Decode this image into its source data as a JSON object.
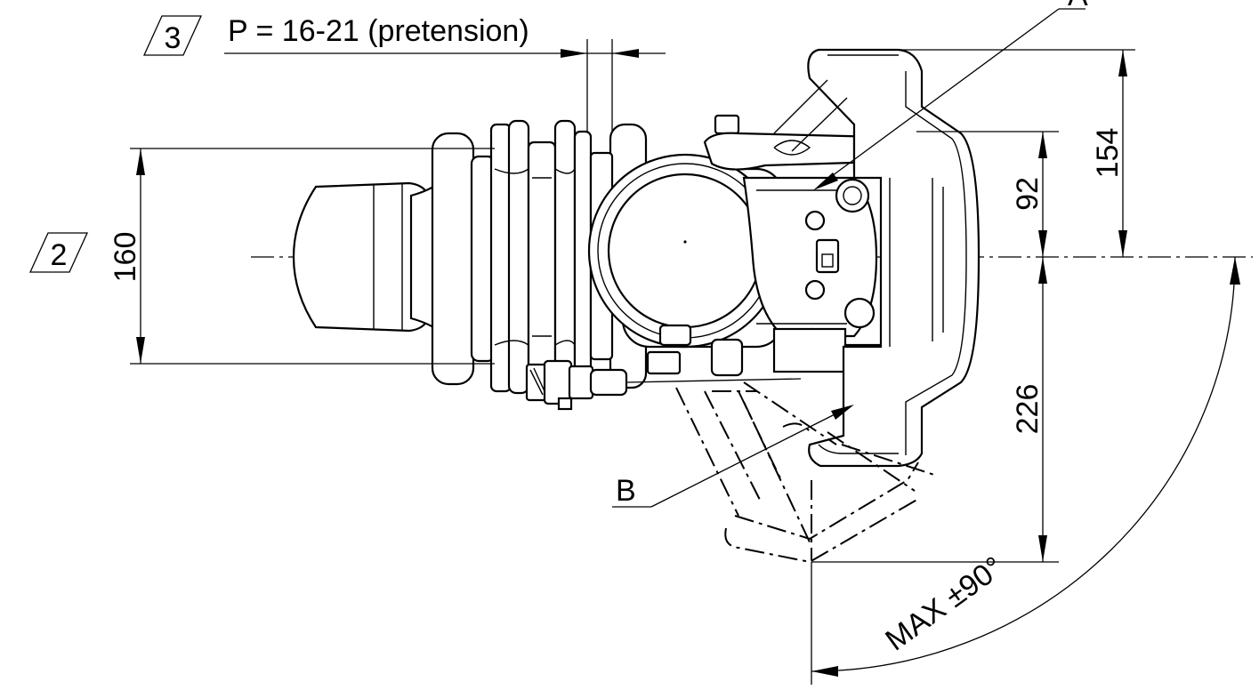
{
  "callouts": {
    "box3": "3",
    "box2": "2",
    "pretension": "P = 16-21 (pretension)",
    "label_a": "A",
    "label_b": "B"
  },
  "dimensions": {
    "d160": "160",
    "d154": "154",
    "d92": "92",
    "d226": "226",
    "angle": "MAX ±90°"
  }
}
